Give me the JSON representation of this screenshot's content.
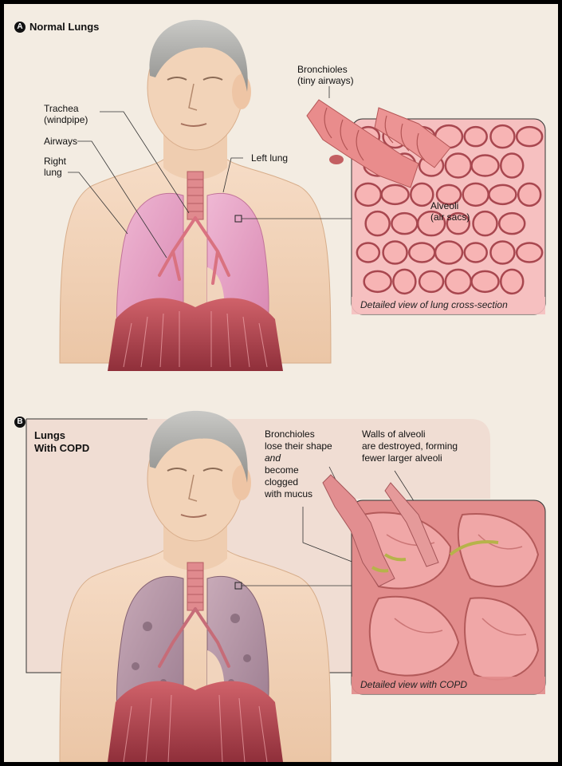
{
  "panel_a": {
    "badge": "A",
    "title": "Normal Lungs",
    "labels": {
      "trachea": "Trachea",
      "trachea_sub": "(windpipe)",
      "airways": "Airways",
      "right_lung_1": "Right",
      "right_lung_2": "lung",
      "left_lung": "Left lung",
      "bronchioles": "Bronchioles",
      "bronchioles_sub": "(tiny airways)",
      "alveoli": "Alveoli",
      "alveoli_sub": "(air sacs)"
    },
    "caption": "Detailed view of lung cross-section"
  },
  "panel_b": {
    "badge": "B",
    "title_1": "Lungs",
    "title_2": "With COPD",
    "bronchioles_text": [
      "Bronchioles",
      "lose their shape",
      "and",
      "become",
      "clogged",
      "with mucus"
    ],
    "walls_text": [
      "Walls of alveoli",
      "are destroyed, forming",
      "fewer larger alveoli"
    ],
    "caption": "Detailed view with COPD"
  },
  "colors": {
    "background": "#f3ece2",
    "skin": "#f1d2b7",
    "lung_normal": "#e6a5c5",
    "lung_copd": "#b79aa9",
    "diaphragm": "#b8434c",
    "alveoli": "#f2a3a3",
    "panel_b_box": "#efdcd2"
  }
}
